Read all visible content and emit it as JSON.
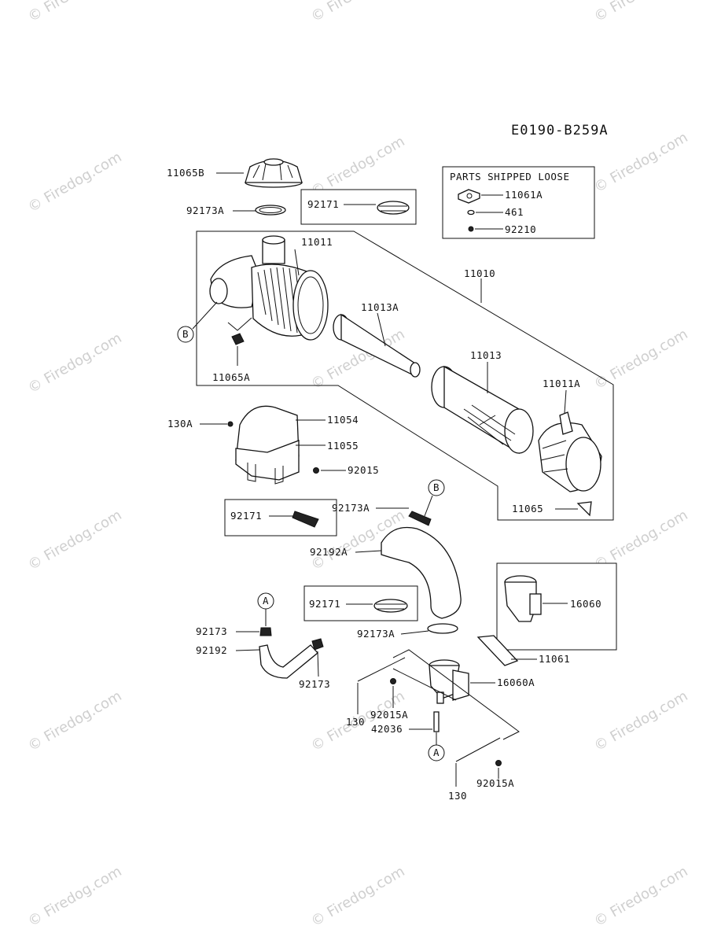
{
  "diagram_code": "E0190-B259A",
  "watermark": "© Firedog.com",
  "loose_box_title": "PARTS SHIPPED LOOSE",
  "callouts": {
    "A": "A",
    "B": "B"
  },
  "labels": {
    "p11065B": "11065B",
    "p92173A_top": "92173A",
    "p92171_top": "92171",
    "p11061A": "11061A",
    "p461": "461",
    "p92210": "92210",
    "p11011": "11011",
    "p11010": "11010",
    "p11013A": "11013A",
    "p11013": "11013",
    "p11011A": "11011A",
    "p11065A": "11065A",
    "p130A": "130A",
    "p11054": "11054",
    "p11055": "11055",
    "p92015": "92015",
    "p11065": "11065",
    "p92171_mid": "92171",
    "p92173A_mid": "92173A",
    "p92192A": "92192A",
    "p16060": "16060",
    "p92171_low": "92171",
    "p92173_a": "92173",
    "p92192": "92192",
    "p92173_b": "92173",
    "p92173A_low": "92173A",
    "p11061": "11061",
    "p16060A": "16060A",
    "p130_a": "130",
    "p92015A_a": "92015A",
    "p42036": "42036",
    "p130_b": "130",
    "p92015A_b": "92015A"
  }
}
